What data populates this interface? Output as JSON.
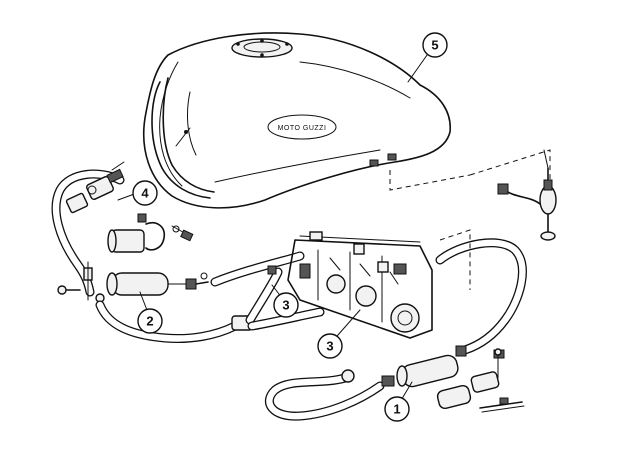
{
  "diagram": {
    "callouts": [
      "1",
      "2",
      "3",
      "3",
      "4",
      "5"
    ],
    "tank_logo_text": "MOTO GUZZI"
  }
}
